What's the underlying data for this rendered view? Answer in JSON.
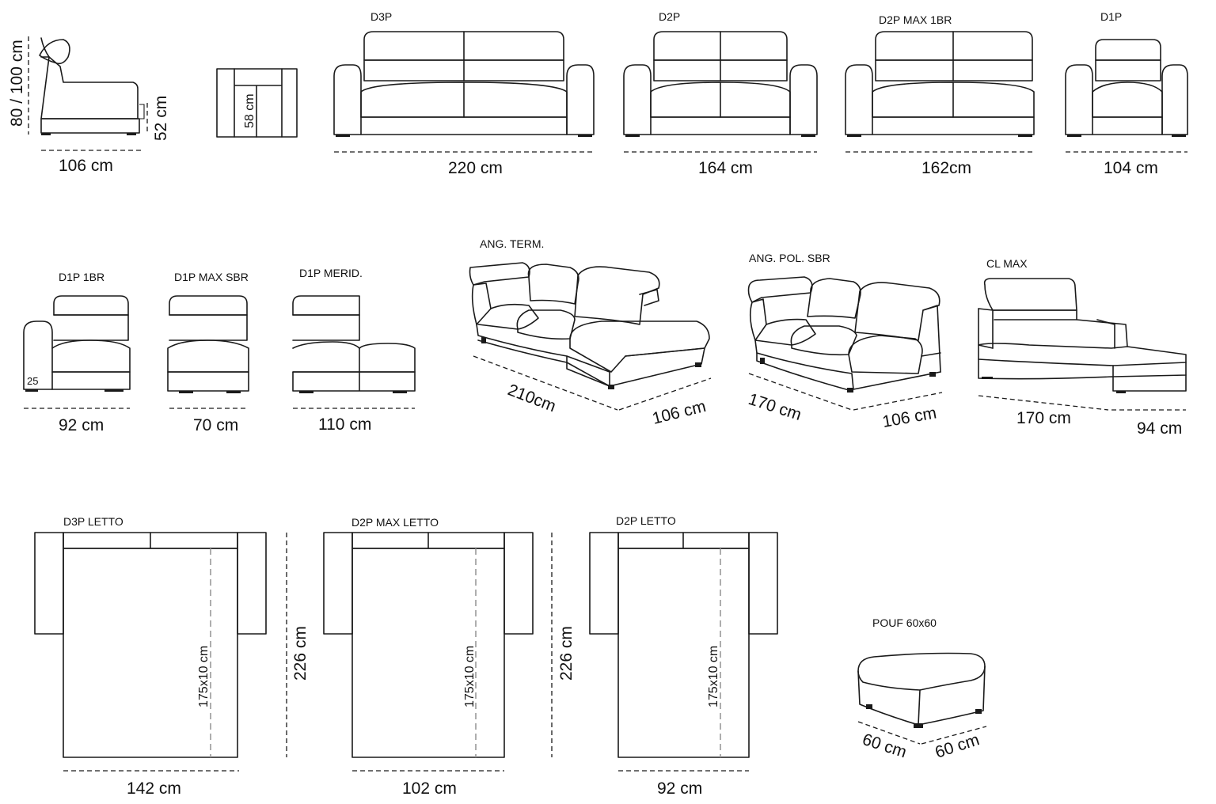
{
  "models": {
    "d3p": "D3P",
    "d2p": "D2P",
    "d2p_max_1br": "D2P MAX 1BR",
    "d1p": "D1P",
    "d1p_1br": "D1P 1BR",
    "d1p_max_sbr": "D1P MAX SBR",
    "d1p_merid": "D1P MERID.",
    "ang_term": "ANG. TERM.",
    "ang_pol_sbr": "ANG. POL. SBR",
    "cl_max": "CL MAX",
    "d3p_letto": "D3P LETTO",
    "d2p_max_letto": "D2P  MAX LETTO",
    "d2p_letto": "D2P LETTO",
    "pouf": "POUF 60x60"
  },
  "dimensions": {
    "side_height": "80 / 100 cm",
    "side_seat_height": "52 cm",
    "side_depth": "106 cm",
    "seat_depth": "58 cm",
    "d3p_width": "220 cm",
    "d2p_width": "164 cm",
    "d2p_max_1br_width": "162cm",
    "d1p_width": "104 cm",
    "d1p_1br_width": "92 cm",
    "d1p_1br_arm": "25",
    "d1p_max_sbr_width": "70 cm",
    "d1p_merid_width": "110 cm",
    "ang_term_length": "210cm",
    "ang_term_depth": "106 cm",
    "ang_pol_length": "170  cm",
    "ang_pol_depth": "106 cm",
    "cl_max_length": "170 cm",
    "cl_max_depth": "94 cm",
    "bed_length": "226 cm",
    "mattress": "175x10 cm",
    "d3p_letto_width": "142 cm",
    "d2p_max_letto_width": "102 cm",
    "d2p_letto_width": "92 cm",
    "pouf_depth": "60 cm",
    "pouf_width": "60 cm"
  }
}
